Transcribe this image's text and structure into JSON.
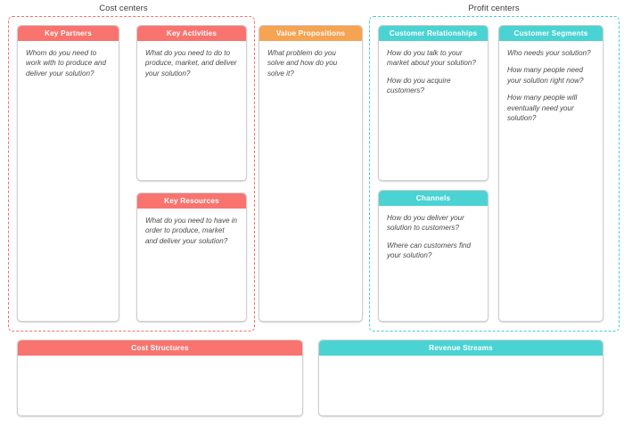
{
  "groups": {
    "cost": {
      "label": "Cost centers",
      "color": "#f2706b"
    },
    "profit": {
      "label": "Profit centers",
      "color": "#45cfcf"
    }
  },
  "colors": {
    "coral": "#f9746f",
    "orange": "#f6a352",
    "teal": "#4bd3d3",
    "card_border": "#cfcfcf",
    "prompt_text": "#4a4a4a",
    "header_text": "#ffffff",
    "background": "#ffffff"
  },
  "blocks": {
    "key_partners": {
      "title": "Key Partners",
      "prompts": [
        "Whom do you need to work with to produce and deliver your solution?"
      ]
    },
    "key_activities": {
      "title": "Key Activities",
      "prompts": [
        "What do you need to do to produce, market, and deliver your solution?"
      ]
    },
    "key_resources": {
      "title": "Key Resources",
      "prompts": [
        "What do you need to have in order to produce, market and deliver your solution?"
      ]
    },
    "value_propositions": {
      "title": "Value Propositions",
      "prompts": [
        "What problem do you solve and how do you solve it?"
      ]
    },
    "customer_relationships": {
      "title": "Customer Relationships",
      "prompts": [
        "How do you talk to your market about your solution?",
        "How do you acquire customers?"
      ]
    },
    "channels": {
      "title": "Channels",
      "prompts": [
        "How do you deliver your solution to customers?",
        "Where can customers find your solution?"
      ]
    },
    "customer_segments": {
      "title": "Customer Segments",
      "prompts": [
        "Who needs your solution?",
        "How many people need your solution right now?",
        "How many people will eventually need your solution?"
      ]
    },
    "cost_structures": {
      "title": "Cost Structures",
      "prompts": []
    },
    "revenue_streams": {
      "title": "Revenue Streams",
      "prompts": []
    }
  }
}
